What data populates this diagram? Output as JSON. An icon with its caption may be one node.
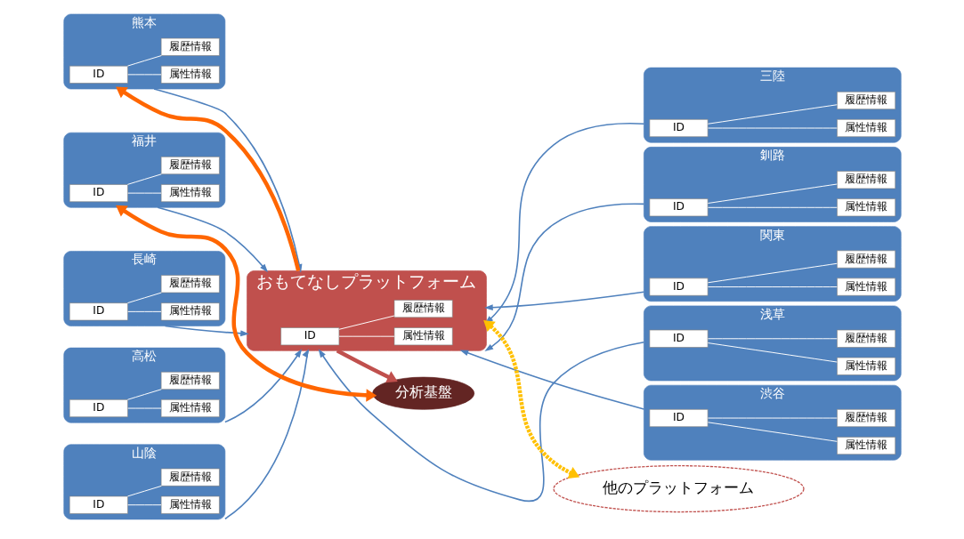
{
  "diagram": {
    "nodes": [
      {
        "text": [
          "熊本"
        ]
      },
      {
        "text": [
          "ID"
        ],
        "in": 0
      },
      {
        "text": [
          "属性情報"
        ],
        "in": 0
      },
      {
        "text": [
          "履歴情報"
        ],
        "in": 0
      },
      {
        "text": [
          "釧路"
        ]
      },
      {
        "text": [
          "ID"
        ],
        "in": 4
      },
      {
        "text": [
          "属性情報"
        ],
        "in": 4
      },
      {
        "text": [
          "履歴情報"
        ],
        "in": 4
      },
      {
        "text": [
          "長崎"
        ]
      },
      {
        "text": [
          "ID"
        ],
        "in": 8
      },
      {
        "text": [
          "属性情報"
        ],
        "in": 8
      },
      {
        "text": [
          "履歴情報"
        ],
        "in": 8
      },
      {
        "text": [
          "三陸"
        ]
      },
      {
        "text": [
          "ID"
        ],
        "in": 12
      },
      {
        "text": [
          "属性情報"
        ],
        "in": 12
      },
      {
        "text": [
          "履歴情報"
        ],
        "in": 12
      },
      {
        "text": [
          "おもてなしプラットフォーム"
        ]
      },
      {
        "text": [
          "ID"
        ],
        "in": 16
      },
      {
        "text": [
          "属性情報"
        ],
        "in": 16
      },
      {
        "text": [
          "履歴情報"
        ],
        "in": 16
      },
      {
        "text": [
          "高松"
        ]
      },
      {
        "text": [
          "ID"
        ],
        "in": 20
      },
      {
        "text": [
          "属性情報"
        ],
        "in": 20
      },
      {
        "text": [
          "履歴情報"
        ],
        "in": 20
      },
      {
        "text": [
          "関東"
        ]
      },
      {
        "text": [
          "ID"
        ],
        "in": 24
      },
      {
        "text": [
          "属性情報"
        ],
        "in": 24
      },
      {
        "text": [
          "履歴情報"
        ],
        "in": 24
      },
      {
        "text": [
          "山陰"
        ]
      },
      {
        "text": [
          "ID"
        ],
        "in": 28
      },
      {
        "text": [
          "属性情報"
        ],
        "in": 28
      },
      {
        "text": [
          "履歴情報"
        ],
        "in": 28
      },
      {
        "text": [
          "分析基盤"
        ]
      },
      {
        "text": [
          "浅草"
        ]
      },
      {
        "text": [
          "ID"
        ],
        "in": 33
      },
      {
        "text": [
          "属性情報"
        ],
        "in": 33
      },
      {
        "text": [
          "履歴情報"
        ],
        "in": 33
      },
      {
        "text": [
          "福井"
        ]
      },
      {
        "text": [
          "ID"
        ],
        "in": 37
      },
      {
        "text": [
          "属性情報"
        ],
        "in": 37
      },
      {
        "text": [
          "履歴情報"
        ],
        "in": 37
      },
      {
        "text": [
          "渋谷"
        ]
      },
      {
        "text": [
          "ID"
        ],
        "in": 41
      },
      {
        "text": [
          "属性情報"
        ],
        "in": 41
      },
      {
        "text": [
          "履歴情報"
        ],
        "in": 41
      },
      {
        "text": [
          "他のプラットフォーム"
        ]
      }
    ],
    "edges": [
      {
        "from": 1,
        "to": 2,
        "arrow": "none"
      },
      {
        "from": 1,
        "to": 3,
        "arrow": "none"
      },
      {
        "from": 5,
        "to": 6,
        "arrow": "none"
      },
      {
        "from": 5,
        "to": 7,
        "arrow": "none"
      },
      {
        "from": 9,
        "to": 10,
        "arrow": "none"
      },
      {
        "from": 9,
        "to": 11,
        "arrow": "none"
      },
      {
        "from": 13,
        "to": 14,
        "arrow": "none"
      },
      {
        "from": 13,
        "to": 15,
        "arrow": "none"
      },
      {
        "from": 17,
        "to": 18,
        "arrow": "none"
      },
      {
        "from": 17,
        "to": 19,
        "arrow": "none"
      },
      {
        "from": 21,
        "to": 22,
        "arrow": "none"
      },
      {
        "from": 21,
        "to": 23,
        "arrow": "none"
      },
      {
        "from": 25,
        "to": 26,
        "arrow": "none"
      },
      {
        "from": 25,
        "to": 27,
        "arrow": "none"
      },
      {
        "from": 29,
        "to": 30,
        "arrow": "none"
      },
      {
        "from": 29,
        "to": 31,
        "arrow": "none"
      },
      {
        "from": 34,
        "to": 35,
        "arrow": "none"
      },
      {
        "from": 34,
        "to": 36,
        "arrow": "none"
      },
      {
        "from": 38,
        "to": 39,
        "arrow": "none"
      },
      {
        "from": 38,
        "to": 40,
        "arrow": "none"
      },
      {
        "from": 42,
        "to": 43,
        "arrow": "none"
      },
      {
        "from": 42,
        "to": 44,
        "arrow": "none"
      },
      {
        "from": 0,
        "to": 16,
        "arrow": "to",
        "color": "#4f81bd"
      },
      {
        "from": 16,
        "to": 0,
        "arrow": "to",
        "style": "thick",
        "color": "#ff6600"
      },
      {
        "from": 4,
        "to": 16,
        "arrow": "to",
        "color": "#4f81bd"
      },
      {
        "from": 8,
        "to": 16,
        "arrow": "to",
        "color": "#4f81bd"
      },
      {
        "from": 12,
        "to": 16,
        "arrow": "to",
        "color": "#4f81bd"
      },
      {
        "from": 20,
        "to": 16,
        "arrow": "to",
        "color": "#4f81bd"
      },
      {
        "from": 24,
        "to": 16,
        "arrow": "to",
        "color": "#4f81bd"
      },
      {
        "from": 28,
        "to": 16,
        "arrow": "to",
        "color": "#4f81bd"
      },
      {
        "from": 33,
        "to": 16,
        "arrow": "to",
        "color": "#4f81bd"
      },
      {
        "from": 37,
        "to": 16,
        "arrow": "to",
        "color": "#4f81bd"
      },
      {
        "from": 41,
        "to": 16,
        "arrow": "to",
        "color": "#4f81bd"
      },
      {
        "from": 16,
        "to": 32,
        "arrow": "to",
        "style": "thick",
        "color": "#c0504d"
      },
      {
        "from": 37,
        "to": 32,
        "arrow": "both",
        "style": "thick",
        "color": "#ff6600"
      },
      {
        "from": 45,
        "to": 16,
        "arrow": "both",
        "style": "dashed",
        "color": "#ffc000"
      }
    ]
  }
}
